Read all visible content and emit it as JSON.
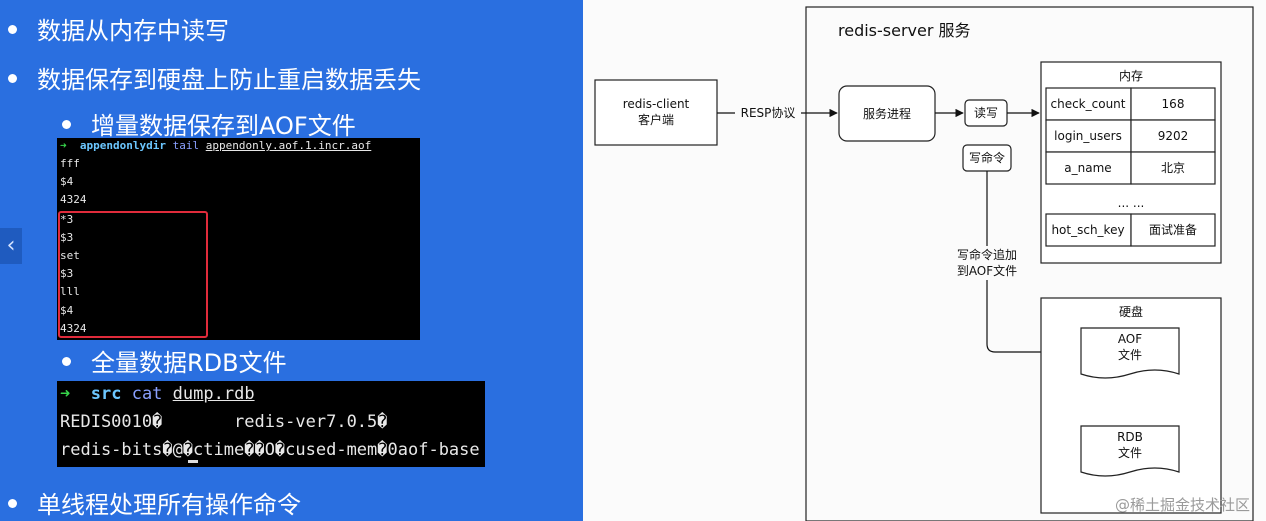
{
  "slide": {
    "bullets": {
      "b1": "数据从内存中读写",
      "b2": "数据保存到硬盘上防止重启数据丢失",
      "b3": "增量数据保存到AOF文件",
      "b4": "全量数据RDB文件",
      "b5": "单线程处理所有操作命令"
    },
    "terminal1": {
      "prompt": "➜",
      "dir": "appendonlydir",
      "cmd": "tail",
      "arg": "appendonly.aof.1.incr.aof",
      "lines": [
        "fff",
        "$4",
        "4324",
        "*3",
        "$3",
        "set",
        "$3",
        "lll",
        "$4",
        "4324"
      ]
    },
    "terminal2": {
      "prompt": "➜",
      "dir": "src",
      "cmd": "cat",
      "arg": "dump.rdb",
      "line1": "REDIS0010�       redis-ver7.0.5�",
      "line2": "redis-bits�@�ctime��O�cused-mem�0aof-base"
    }
  },
  "diagram": {
    "server_title": "redis-server 服务",
    "client_label_line1": "redis-client",
    "client_label_line2": "客户端",
    "protocol_label": "RESP协议",
    "process_label": "服务进程",
    "rw_label": "读写",
    "write_cmd_label": "写命令",
    "append_label_line1": "写命令追加",
    "append_label_line2": "到AOF文件",
    "memory": {
      "title": "内存",
      "rows": [
        {
          "key": "check_count",
          "value": "168"
        },
        {
          "key": "login_users",
          "value": "9202"
        },
        {
          "key": "a_name",
          "value": "北京"
        }
      ],
      "ellipsis": "... ...",
      "last_row": {
        "key": "hot_sch_key",
        "value": "面试准备"
      }
    },
    "disk": {
      "title": "硬盘",
      "aof_line1": "AOF",
      "aof_line2": "文件",
      "rdb_line1": "RDB",
      "rdb_line2": "文件"
    }
  },
  "watermark": "@稀土掘金技术社区"
}
